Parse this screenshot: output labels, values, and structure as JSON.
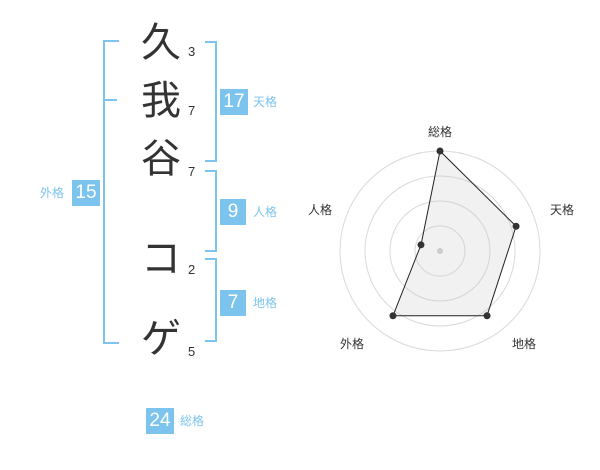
{
  "name": {
    "chars": [
      {
        "char": "久",
        "strokes": "3"
      },
      {
        "char": "我",
        "strokes": "7"
      },
      {
        "char": "谷",
        "strokes": "7"
      },
      {
        "char": "コ",
        "strokes": "2"
      },
      {
        "char": "ゲ",
        "strokes": "5"
      }
    ]
  },
  "fortune": {
    "tenkaku": {
      "value": "17",
      "label": "天格"
    },
    "jinkaku": {
      "value": "9",
      "label": "人格"
    },
    "chikaku": {
      "value": "7",
      "label": "地格"
    },
    "gaikaku": {
      "value": "15",
      "label": "外格"
    },
    "soukaku": {
      "value": "24",
      "label": "総格"
    }
  },
  "colors": {
    "accent": "#7cc4ee",
    "text": "#333333"
  },
  "chart_data": {
    "type": "radar",
    "axes": [
      "総格",
      "天格",
      "地格",
      "外格",
      "人格"
    ],
    "values": [
      5,
      4,
      4,
      4,
      1
    ],
    "max": 5,
    "rings": 4
  }
}
